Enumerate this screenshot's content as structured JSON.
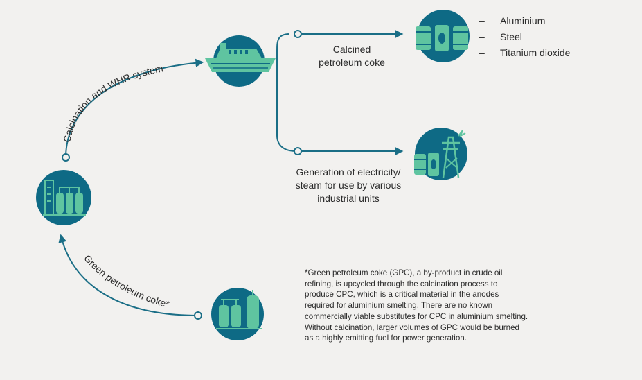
{
  "labels": {
    "calcination_arc": "Calcination and WHR system",
    "green_coke_arc": "Green petroleum coke*",
    "calcined_line1": "Calcined",
    "calcined_line2": "petroleum coke",
    "generation_line1": "Generation of electricity/",
    "generation_line2": "steam for use by various",
    "generation_line3": "industrial units"
  },
  "end_uses": [
    {
      "dash": "–",
      "label": "Aluminium"
    },
    {
      "dash": "–",
      "label": "Steel"
    },
    {
      "dash": "–",
      "label": "Titanium dioxide"
    }
  ],
  "footnote": {
    "line1": "*Green petroleum coke (GPC), a by-product in crude oil",
    "line2": "refining, is upcycled through the calcination process to",
    "line3": "produce CPC, which is a critical material in the anodes",
    "line4": "required for aluminium smelting. There are no known",
    "line5": "commercially viable substitutes for CPC in aluminium smelting.",
    "line6": "Without calcination, larger volumes of GPC would be burned",
    "line7": "as a highly emitting fuel for power generation."
  },
  "icons": {
    "calcination_plant": "calcination-plant-icon",
    "ship": "cargo-ship-icon",
    "products": "metal-products-icon",
    "power": "power-tower-icon",
    "refinery": "refinery-icon"
  },
  "colors": {
    "circle": "#0e6a85",
    "accent": "#5fc4a0",
    "line": "#1a6e86",
    "background": "#f2f1ef"
  }
}
